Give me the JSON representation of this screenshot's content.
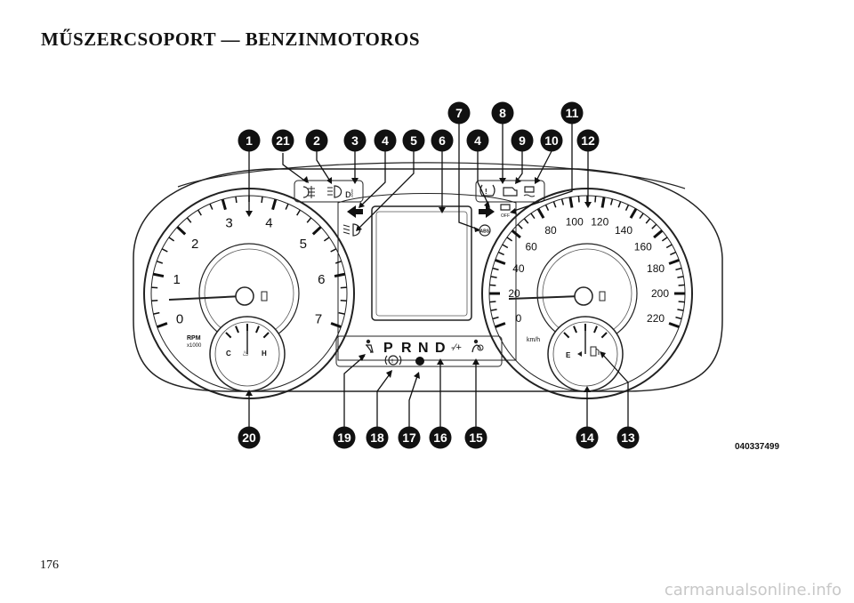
{
  "page": {
    "title": "MŰSZERCSOPORT — BENZINMOTOROS",
    "page_number": "176",
    "figure_code": "040337499",
    "watermark": "carmanualsonline.info"
  },
  "tachometer": {
    "numbers": [
      "0",
      "1",
      "2",
      "3",
      "4",
      "5",
      "6",
      "7"
    ],
    "unit": "RPM",
    "multiplier": "x1000"
  },
  "speedometer": {
    "numbers": [
      "0",
      "20",
      "40",
      "60",
      "80",
      "100",
      "120",
      "140",
      "160",
      "180",
      "200",
      "220"
    ],
    "unit": "km/h"
  },
  "temp_gauge": {
    "cold": "C",
    "hot": "H"
  },
  "fuel_gauge": {
    "empty": "E"
  },
  "gear_selector": [
    "P",
    "R",
    "N",
    "D"
  ],
  "callouts": [
    "1",
    "2",
    "3",
    "4",
    "5",
    "6",
    "7",
    "8",
    "9",
    "10",
    "11",
    "12",
    "13",
    "14",
    "15",
    "16",
    "17",
    "18",
    "19",
    "20",
    "21",
    "4"
  ],
  "warning_icons": {
    "abs": "ABS",
    "off": "OFF"
  }
}
